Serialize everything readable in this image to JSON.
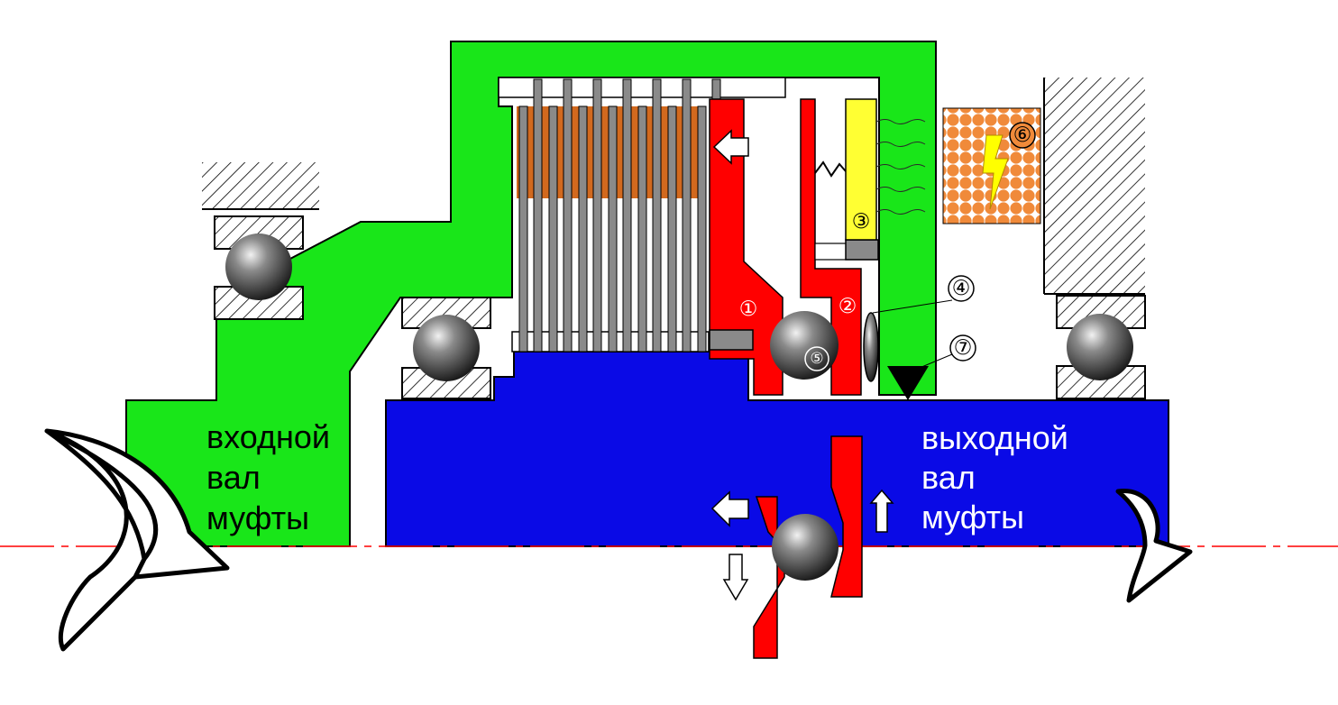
{
  "labels": {
    "input_shaft": [
      "входной",
      "вал",
      "муфты"
    ],
    "output_shaft": [
      "выходной",
      "вал",
      "муфты"
    ]
  },
  "markers": {
    "m1": "①",
    "m2": "②",
    "m3": "③",
    "m4": "④",
    "m5": "⑤",
    "m6": "⑥",
    "m7": "⑦"
  },
  "colors": {
    "input_shaft": "#19e619",
    "output_shaft": "#0a0ae6",
    "pressure_plate": "#ff0000",
    "friction_lining": "#d2691e",
    "armature_coil": "#ffff33",
    "magnet_coil": "#f08a3a",
    "axis_line": "#ff0000"
  },
  "icons": {
    "rotation_input": "curved-arrow-icon",
    "rotation_output": "curved-arrow-icon",
    "lightning": "lightning-bolt-icon",
    "move_left": "block-arrow-left-icon",
    "move_up": "block-arrow-up-icon",
    "move_down": "block-arrow-down-icon"
  }
}
